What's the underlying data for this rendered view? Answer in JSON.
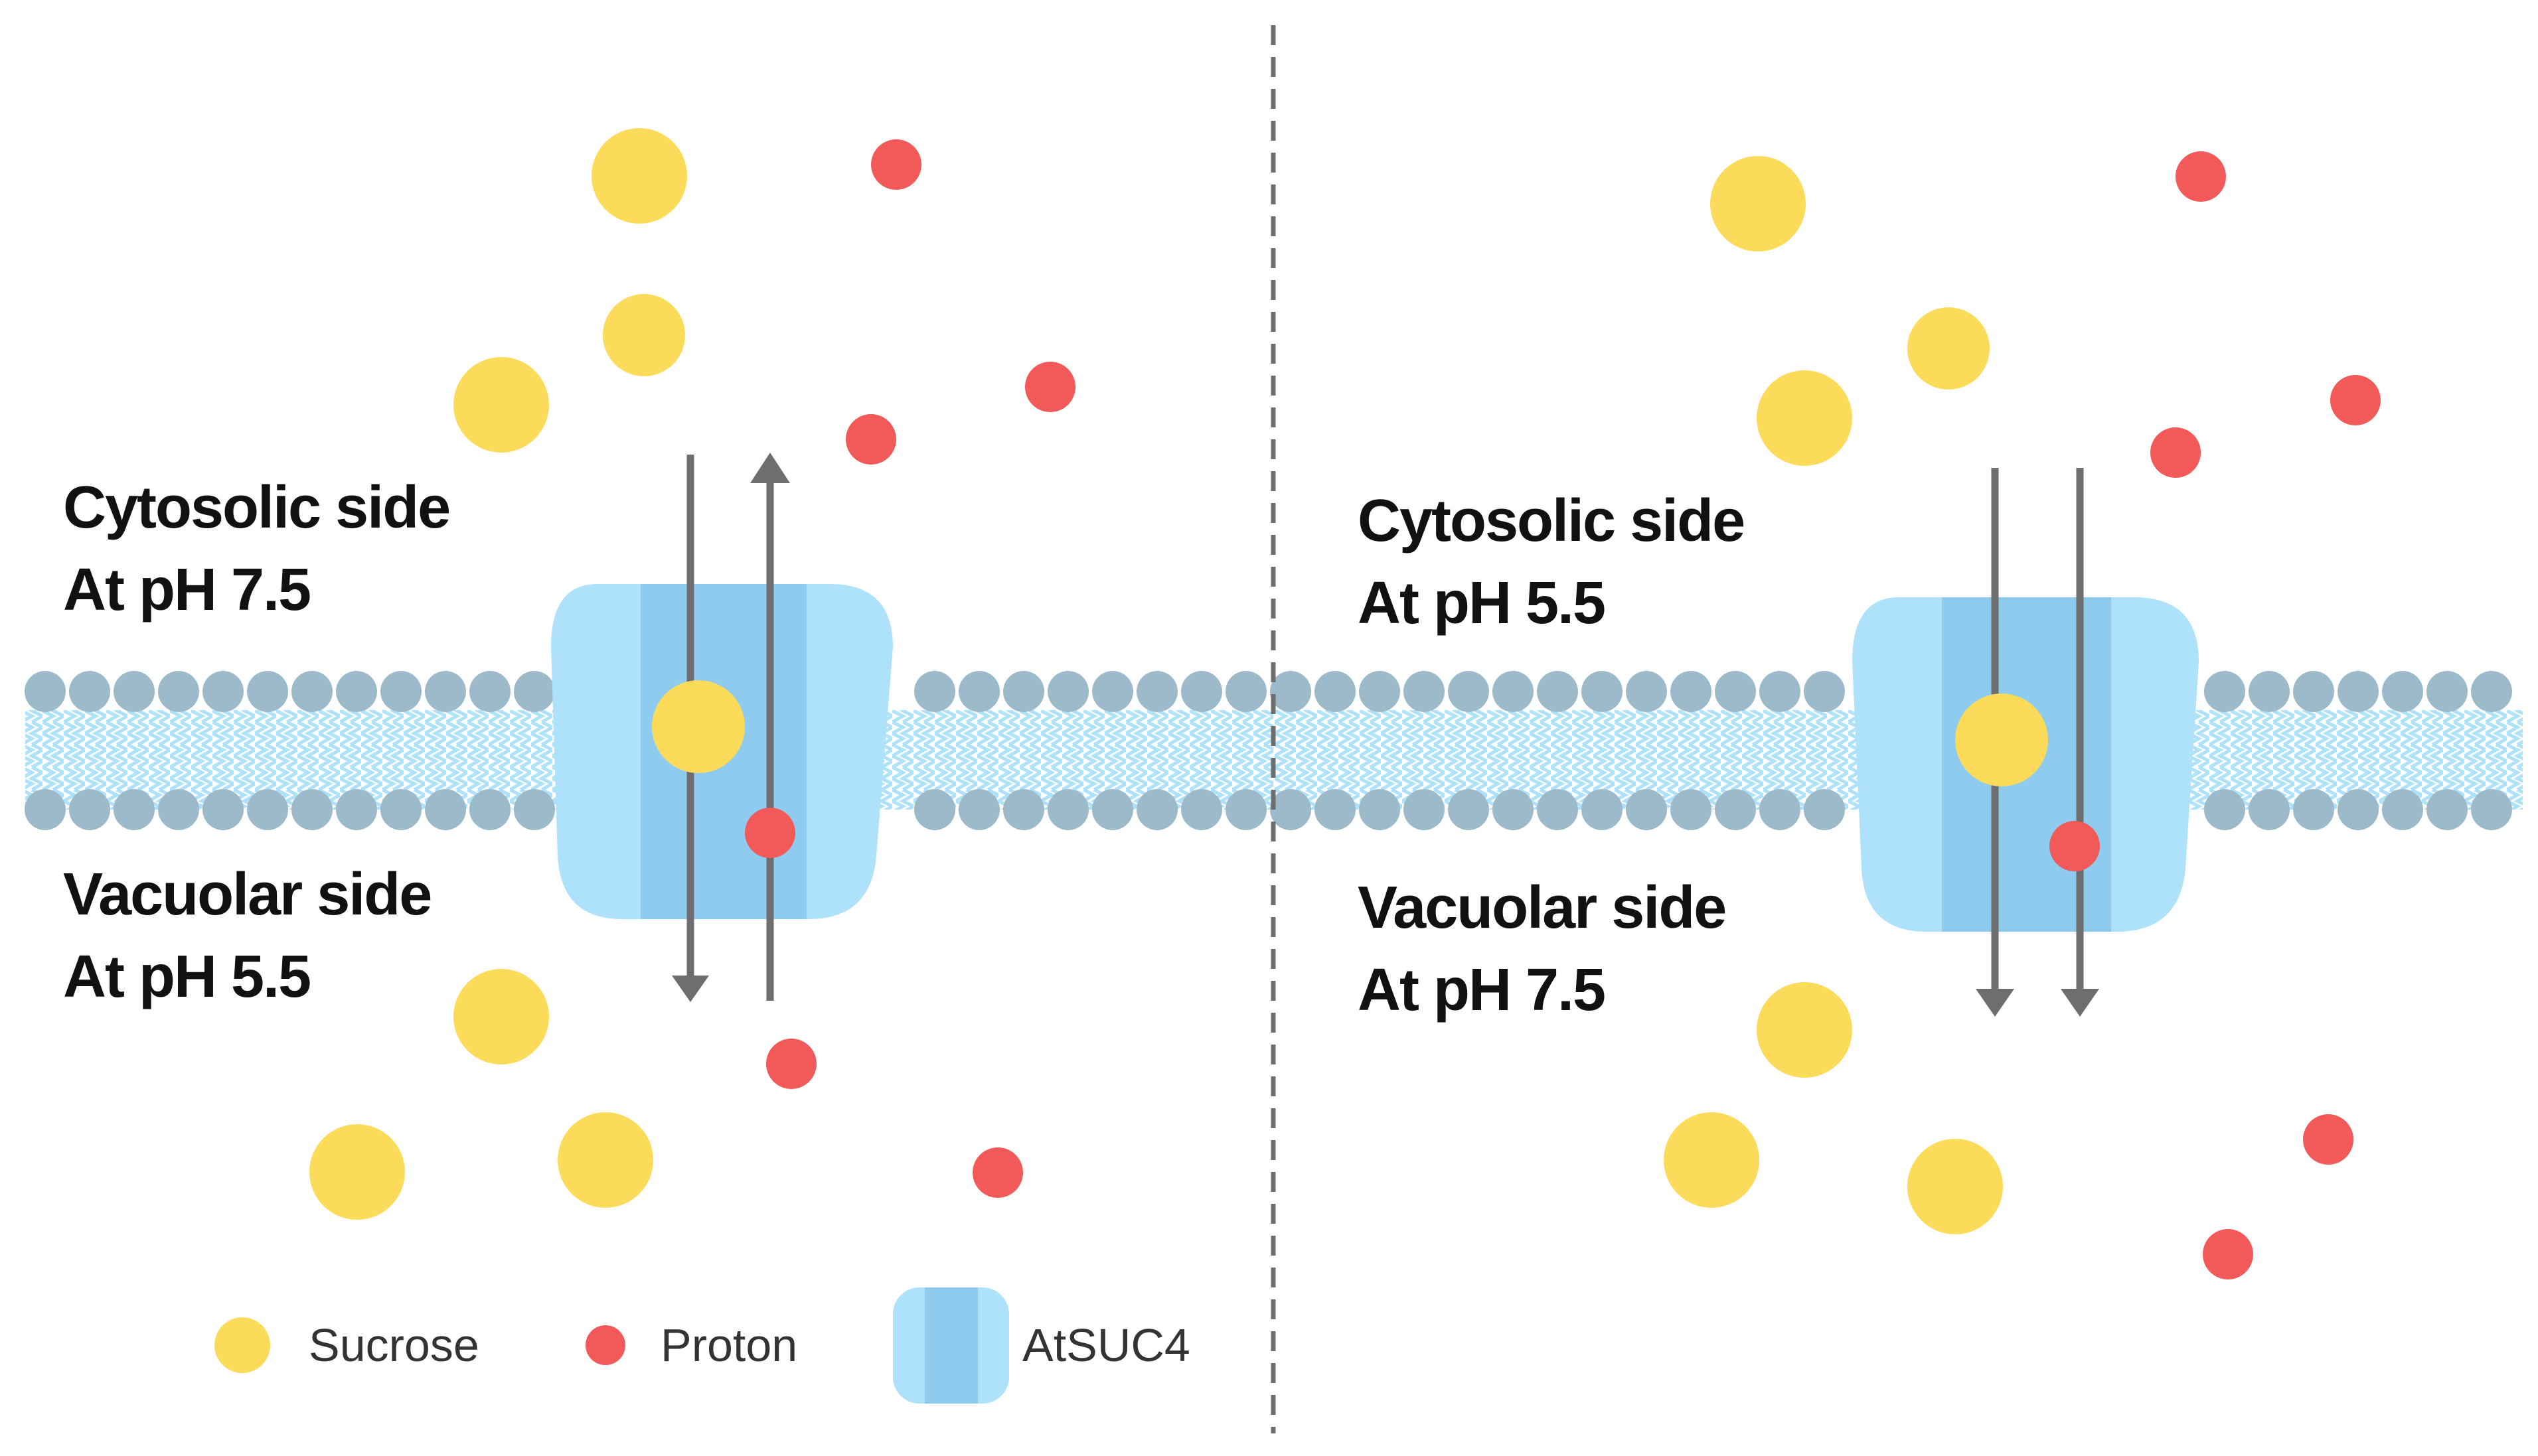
{
  "panels": [
    {
      "id": "left",
      "top_label": "Cytosolic side",
      "top_ph": "At pH 7.5",
      "bottom_label": "Vacuolar side",
      "bottom_ph": "At pH 5.5",
      "transport": "antiport"
    },
    {
      "id": "right",
      "top_label": "Cytosolic side",
      "top_ph": "At pH 5.5",
      "bottom_label": "Vacuolar side",
      "bottom_ph": "At pH 7.5",
      "transport": "symport"
    }
  ],
  "legend": {
    "sucrose": "Sucrose",
    "proton": "Proton",
    "transporter": "AtSUC4"
  },
  "colors": {
    "sucrose": "#FDDB5A",
    "proton": "#F25A5A",
    "transporter_outer": "#AEE2FA",
    "transporter_inner": "#8ECBEF",
    "lipid_head": "#9DBACB",
    "lipid_tail": "#AEE2FA",
    "arrow": "#6E6E6E",
    "divider": "#6E6E6E"
  }
}
